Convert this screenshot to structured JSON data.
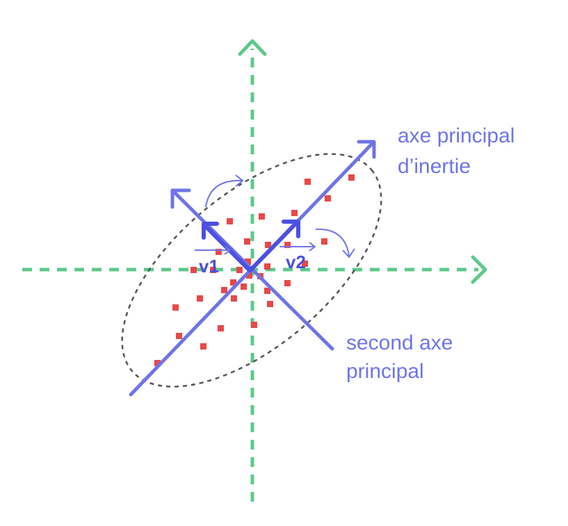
{
  "colors": {
    "coordinate_axes": "#5cc98a",
    "principal_axes": "#6f74e6",
    "vectors": "#4b50e0",
    "points": "#e84848",
    "ellipse": "#555555",
    "background": "#ffffff"
  },
  "labels": {
    "principal_axis_line1": "axe principal",
    "principal_axis_line2": "d’inertie",
    "second_axis_line1": "second axe",
    "second_axis_line2": "principal",
    "v1": "v1",
    "v2": "v2"
  }
}
